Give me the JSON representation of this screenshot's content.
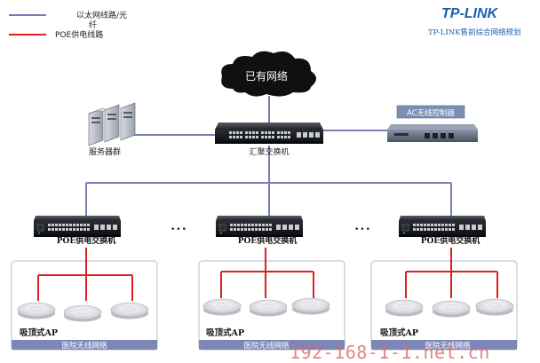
{
  "legend": {
    "ethernet_label": "以太网线路/光纤",
    "poe_label": "POE供电线路",
    "ethernet_color": "#7a7ab8",
    "poe_color": "#e02020"
  },
  "brand": {
    "logo": "TP-LINK",
    "subtitle": "TP-LINK售前综合网络规划",
    "color": "#1a5fb4"
  },
  "nodes": {
    "cloud": "已有网络",
    "core_switch": "汇聚交换机",
    "servers": "服务器群",
    "ac_controller": "AC无线控制器",
    "poe_switch": "POE供电交换机",
    "ap": "吸顶式AP",
    "zone": "医院无线网络",
    "ellipsis": "•••"
  },
  "watermark": "192-168-1-1.net.cn"
}
